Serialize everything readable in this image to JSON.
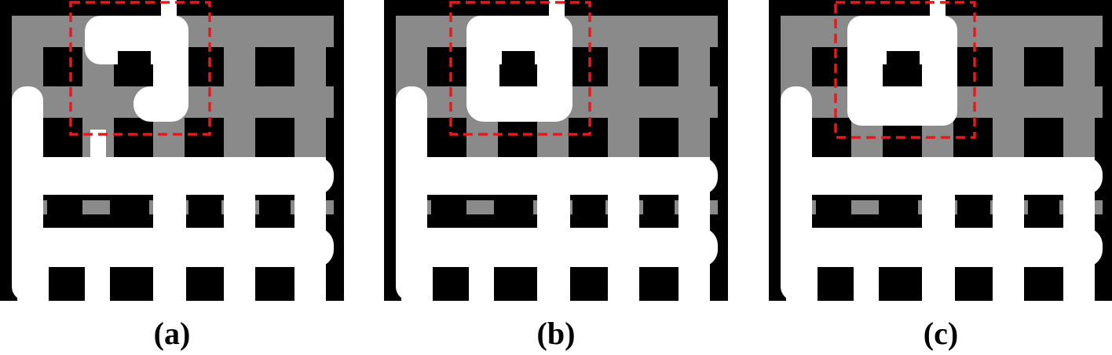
{
  "panels": [
    {
      "id": "a",
      "caption": "(a)"
    },
    {
      "id": "b",
      "caption": "(b)"
    },
    {
      "id": "c",
      "caption": "(c)"
    }
  ],
  "colors": {
    "background": "#000000",
    "lattice": "#8a8a8a",
    "filled_region": "#ffffff",
    "highlight_box": "#e8191c"
  }
}
